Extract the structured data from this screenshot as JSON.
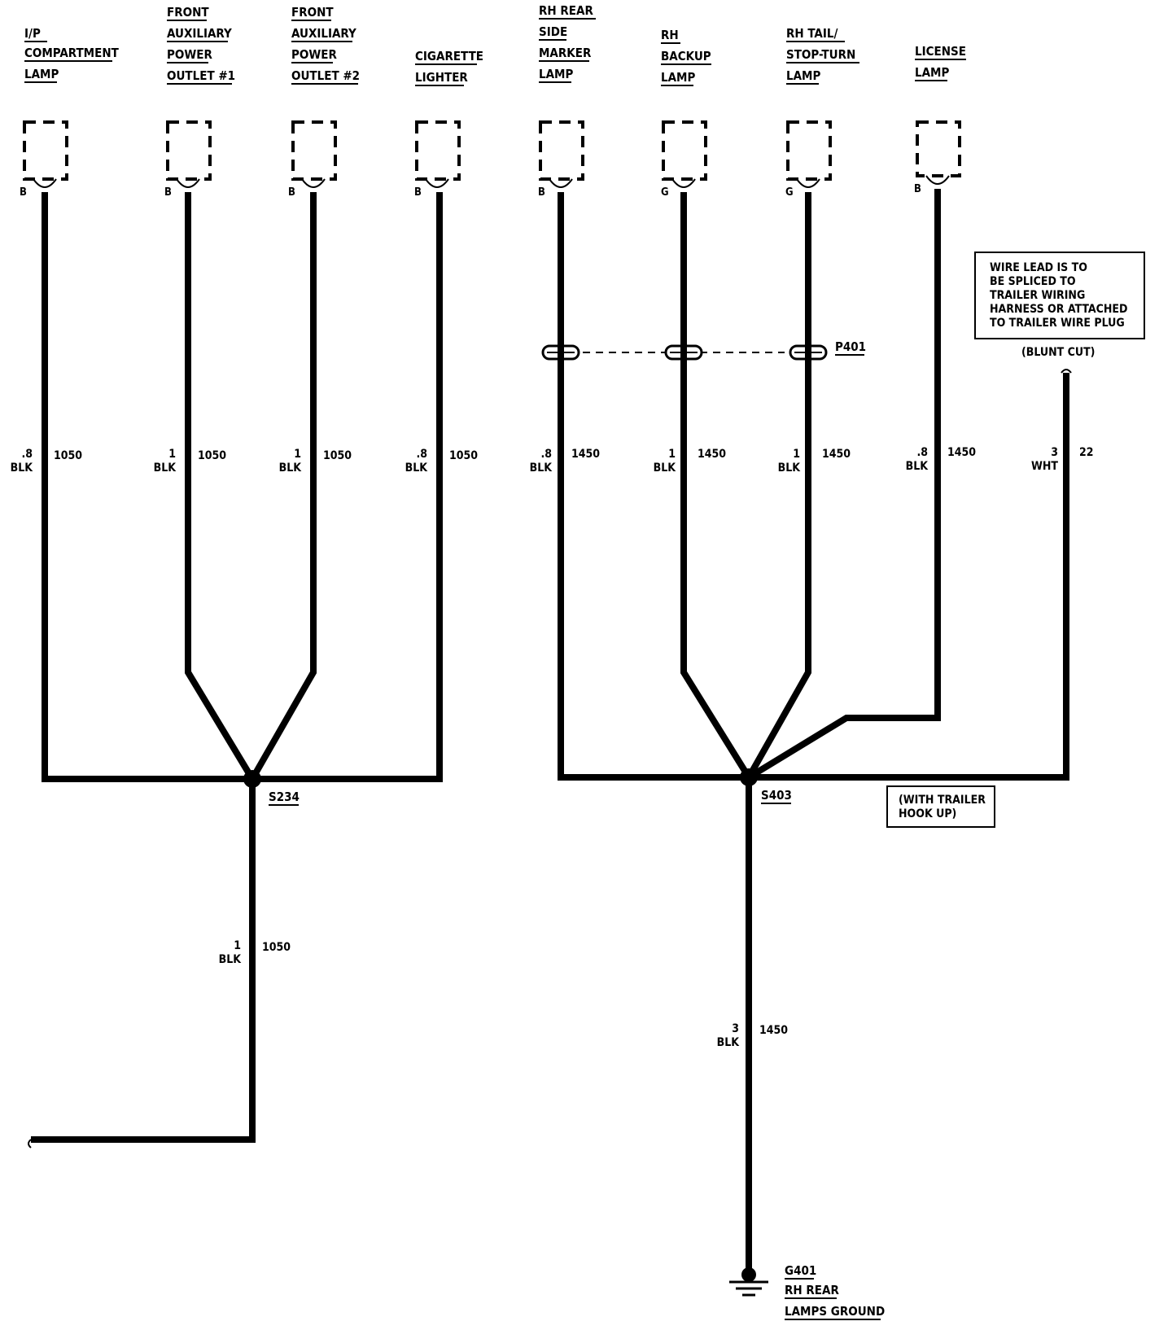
{
  "components": [
    {
      "lines": [
        "I/P",
        "COMPARTMENT",
        "LAMP"
      ],
      "terminal": "B"
    },
    {
      "lines": [
        "FRONT",
        "AUXILIARY",
        "POWER",
        "OUTLET #1"
      ],
      "terminal": "B"
    },
    {
      "lines": [
        "FRONT",
        "AUXILIARY",
        "POWER",
        "OUTLET #2"
      ],
      "terminal": "B"
    },
    {
      "lines": [
        "CIGARETTE",
        "LIGHTER"
      ],
      "terminal": "B"
    },
    {
      "lines": [
        "RH REAR",
        "SIDE",
        "MARKER",
        "LAMP"
      ],
      "terminal": "B"
    },
    {
      "lines": [
        "RH",
        "BACKUP",
        "LAMP"
      ],
      "terminal": "G"
    },
    {
      "lines": [
        "RH TAIL/",
        "STOP-TURN",
        "LAMP"
      ],
      "terminal": "G"
    },
    {
      "lines": [
        "LICENSE",
        "LAMP"
      ],
      "terminal": "B"
    }
  ],
  "wires": [
    {
      "size": ".8",
      "color": "BLK",
      "circuit": "1050"
    },
    {
      "size": "1",
      "color": "BLK",
      "circuit": "1050"
    },
    {
      "size": "1",
      "color": "BLK",
      "circuit": "1050"
    },
    {
      "size": ".8",
      "color": "BLK",
      "circuit": "1050"
    },
    {
      "size": ".8",
      "color": "BLK",
      "circuit": "1450"
    },
    {
      "size": "1",
      "color": "BLK",
      "circuit": "1450"
    },
    {
      "size": "1",
      "color": "BLK",
      "circuit": "1450"
    },
    {
      "size": ".8",
      "color": "BLK",
      "circuit": "1450"
    },
    {
      "size": "3",
      "color": "WHT",
      "circuit": "22"
    },
    {
      "size": "1",
      "color": "BLK",
      "circuit": "1050"
    },
    {
      "size": "3",
      "color": "BLK",
      "circuit": "1450"
    }
  ],
  "splices": {
    "left": "S234",
    "right": "S403"
  },
  "connector": "P401",
  "trailer_note": [
    "WIRE LEAD IS TO",
    "BE SPLICED TO",
    "TRAILER WIRING",
    "HARNESS OR ATTACHED",
    "TO TRAILER WIRE PLUG"
  ],
  "blunt_cut": "(BLUNT CUT)",
  "with_trailer": [
    "(WITH TRAILER",
    "HOOK UP)"
  ],
  "ground": {
    "id": "G401",
    "lines": [
      "RH REAR",
      "LAMPS GROUND"
    ]
  }
}
